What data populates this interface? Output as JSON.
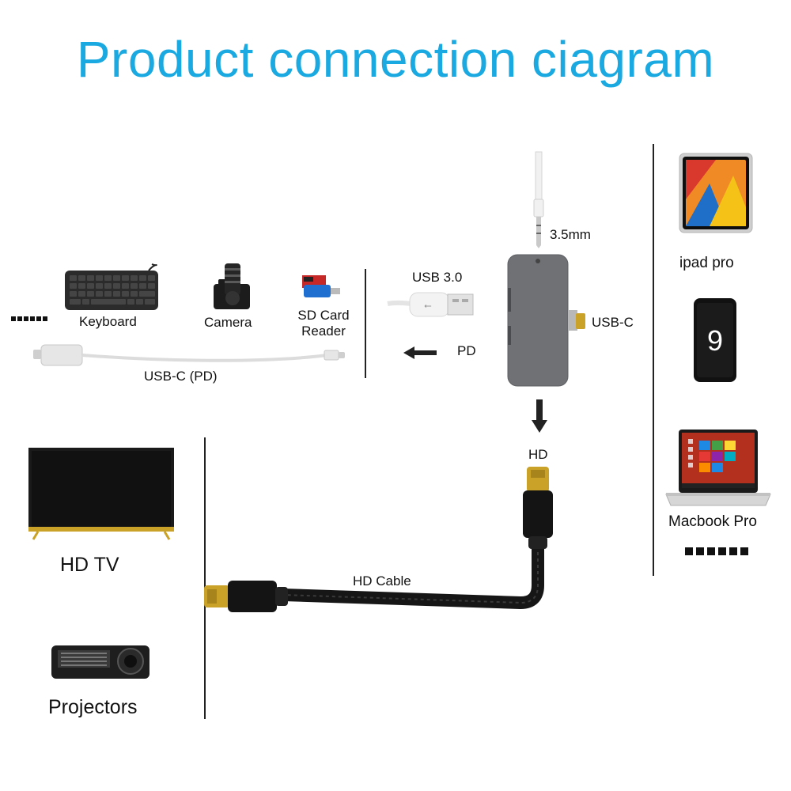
{
  "title": "Product connection ciagram",
  "labels": {
    "keyboard": "Keyboard",
    "camera": "Camera",
    "sd_card_reader_line1": "SD Card",
    "sd_card_reader_line2": "Reader",
    "usb_c_pd": "USB-C (PD)",
    "usb_3_0": "USB 3.0",
    "pd": "PD",
    "audio_3_5mm": "3.5mm",
    "usb_c": "USB-C",
    "hd": "HD",
    "hd_cable": "HD Cable",
    "hd_tv": "HD TV",
    "projectors": "Projectors",
    "ipad_pro": "ipad pro",
    "phone_screen_digit": "9",
    "macbook_pro": "Macbook Pro"
  },
  "colors": {
    "title": "#1aa9e1",
    "hub": "#6f7175",
    "gold": "#c9a227",
    "cable": "#161616"
  }
}
